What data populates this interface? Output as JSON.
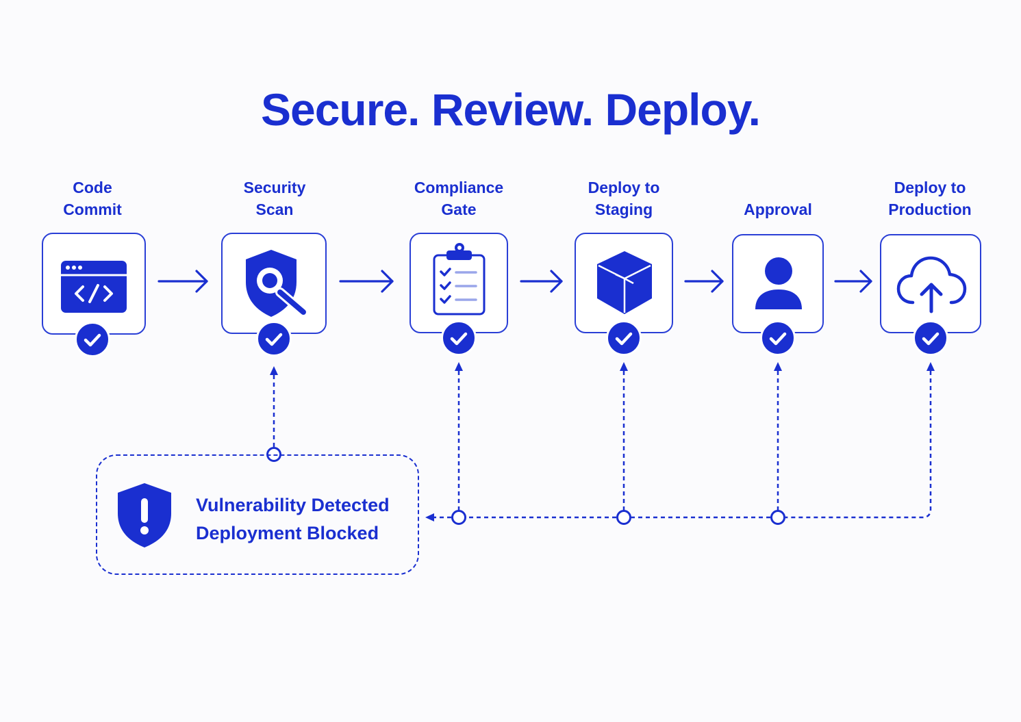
{
  "title": "Secure. Review. Deploy.",
  "colors": {
    "primary": "#1a2fd0",
    "background": "#fbfbfd"
  },
  "steps": [
    {
      "line1": "Code",
      "line2": "Commit",
      "icon": "code-window-icon",
      "status": "passed"
    },
    {
      "line1": "Security",
      "line2": "Scan",
      "icon": "shield-search-icon",
      "status": "passed"
    },
    {
      "line1": "Compliance",
      "line2": "Gate",
      "icon": "clipboard-checklist-icon",
      "status": "passed"
    },
    {
      "line1": "Deploy to",
      "line2": "Staging",
      "icon": "package-box-icon",
      "status": "passed"
    },
    {
      "line1": "",
      "line2": "Approval",
      "icon": "user-icon",
      "status": "passed"
    },
    {
      "line1": "Deploy to",
      "line2": "Production",
      "icon": "cloud-upload-icon",
      "status": "passed"
    }
  ],
  "alert": {
    "icon": "shield-alert-icon",
    "line1": "Vulnerability Detected",
    "line2": "Deployment Blocked"
  }
}
